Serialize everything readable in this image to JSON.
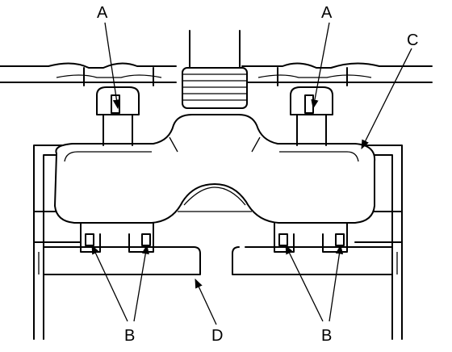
{
  "callouts": {
    "a_left": "A",
    "a_right": "A",
    "b_left": "B",
    "b_right": "B",
    "c": "C",
    "d": "D"
  },
  "colors": {
    "line": "#000000",
    "background": "#ffffff"
  }
}
